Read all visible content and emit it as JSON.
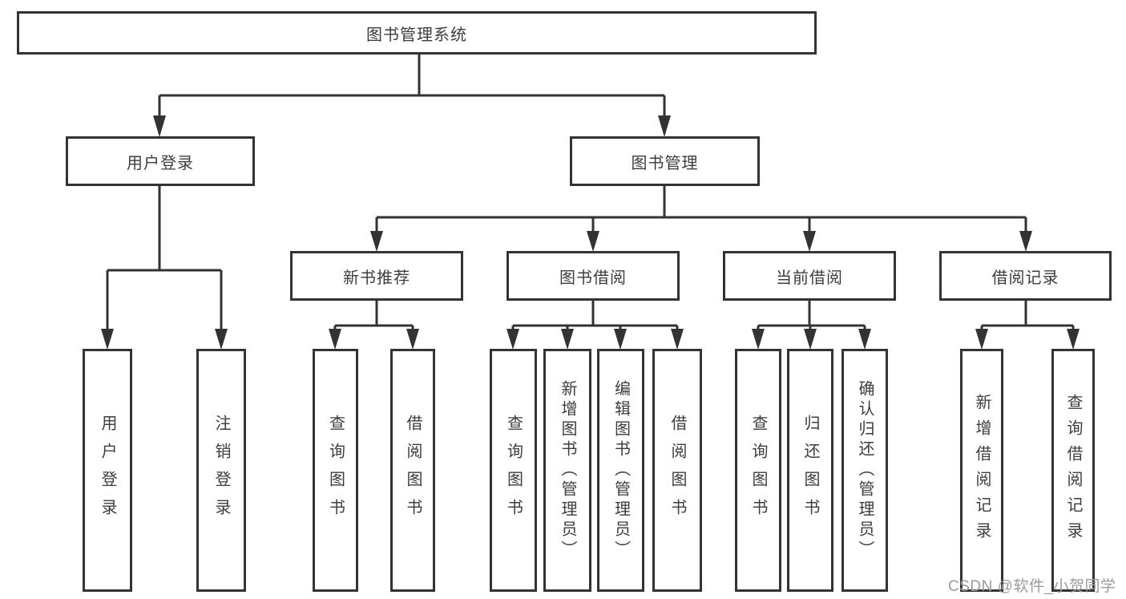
{
  "diagram": {
    "tree": {
      "label": "图书管理系统",
      "children": [
        {
          "label": "用户登录",
          "children": [
            {
              "label": "用户登录"
            },
            {
              "label": "注销登录"
            }
          ]
        },
        {
          "label": "图书管理",
          "children": [
            {
              "label": "新书推荐",
              "children": [
                {
                  "label": "查询图书"
                },
                {
                  "label": "借阅图书"
                }
              ]
            },
            {
              "label": "图书借阅",
              "children": [
                {
                  "label": "查询图书"
                },
                {
                  "label": "新增图书（管理员）"
                },
                {
                  "label": "编辑图书（管理员）"
                },
                {
                  "label": "借阅图书"
                }
              ]
            },
            {
              "label": "当前借阅",
              "children": [
                {
                  "label": "查询图书"
                },
                {
                  "label": "归还图书"
                },
                {
                  "label": "确认归还（管理员）"
                }
              ]
            },
            {
              "label": "借阅记录",
              "children": [
                {
                  "label": "新增借阅记录"
                },
                {
                  "label": "查询借阅记录"
                }
              ]
            }
          ]
        }
      ]
    },
    "colors": {
      "line": "#333333",
      "text": "#3d3d3d",
      "background": "#ffffff",
      "watermark": "#9b9b9b"
    }
  },
  "watermark": {
    "text": "CSDN @软件_小贺同学"
  }
}
